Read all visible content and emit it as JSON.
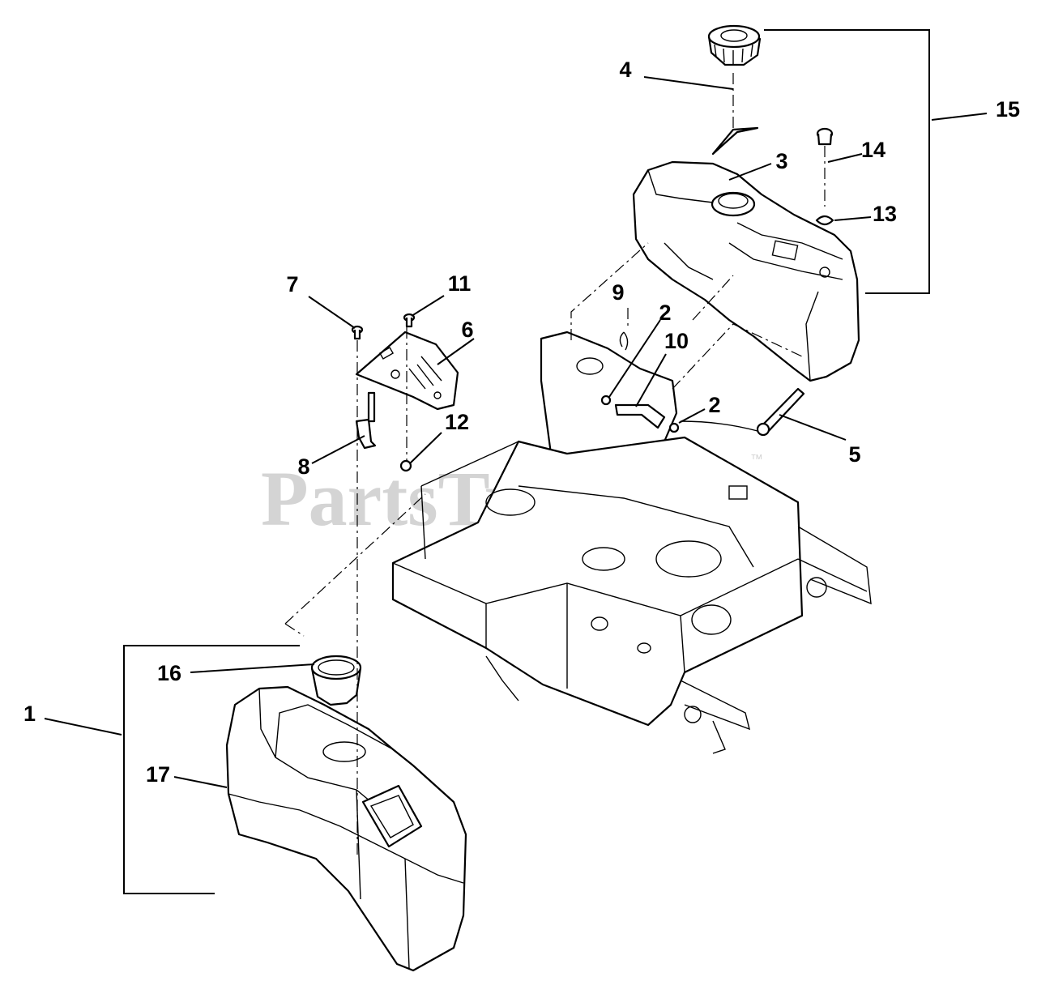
{
  "watermark": {
    "text": "PartsTree",
    "trademark": "™"
  },
  "callouts": [
    {
      "id": "c1",
      "label": "1"
    },
    {
      "id": "c2a",
      "label": "2"
    },
    {
      "id": "c2b",
      "label": "2"
    },
    {
      "id": "c3",
      "label": "3"
    },
    {
      "id": "c4",
      "label": "4"
    },
    {
      "id": "c5",
      "label": "5"
    },
    {
      "id": "c6",
      "label": "6"
    },
    {
      "id": "c7",
      "label": "7"
    },
    {
      "id": "c8",
      "label": "8"
    },
    {
      "id": "c9",
      "label": "9"
    },
    {
      "id": "c10",
      "label": "10"
    },
    {
      "id": "c11",
      "label": "11"
    },
    {
      "id": "c12",
      "label": "12"
    },
    {
      "id": "c13",
      "label": "13"
    },
    {
      "id": "c14",
      "label": "14"
    },
    {
      "id": "c15",
      "label": "15"
    },
    {
      "id": "c16",
      "label": "16"
    },
    {
      "id": "c17",
      "label": "17"
    }
  ]
}
